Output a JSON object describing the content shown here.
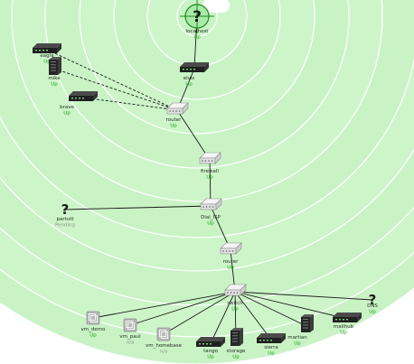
{
  "map": {
    "rings_color": "#c8f5c8",
    "background_color": "#ffffff",
    "status_color_up": "#19a019",
    "status_color_pending": "#8a948a",
    "nodes": [
      {
        "id": "root",
        "icon": "unknown-target-icon",
        "label": "localhost",
        "status": "Up"
      },
      {
        "id": "n-elvis",
        "icon": "switch-icon",
        "label": "elvis",
        "status": "Up"
      },
      {
        "id": "n-eagle",
        "icon": "switch-icon",
        "label": "eagle",
        "status": "Up"
      },
      {
        "id": "n-mike",
        "icon": "server-icon",
        "label": "mike",
        "status": "Up"
      },
      {
        "id": "n-bravo",
        "icon": "switch-icon",
        "label": "bravo",
        "status": "Up"
      },
      {
        "id": "n-router1",
        "icon": "router-icon",
        "label": "router",
        "status": "Up"
      },
      {
        "id": "n-firewall",
        "icon": "router-icon",
        "label": "firewall",
        "status": "Up"
      },
      {
        "id": "n-dial",
        "icon": "router-icon",
        "label": "Dial_ISP",
        "status": "Up"
      },
      {
        "id": "n-partutt",
        "icon": "unknown-icon",
        "label": "partutt",
        "status": "Pending"
      },
      {
        "id": "n-router2",
        "icon": "router-icon",
        "label": "router",
        "status": "Up"
      },
      {
        "id": "n-hub",
        "icon": "router-icon",
        "label": "switch",
        "status": "Up"
      },
      {
        "id": "n-dns",
        "icon": "unknown-icon",
        "label": "DNS",
        "status": "Up"
      },
      {
        "id": "n-vmdemo",
        "icon": "vm-icon",
        "label": "vm_demo",
        "status": "Up"
      },
      {
        "id": "n-vmpaul",
        "icon": "vm-icon",
        "label": "vm_paul",
        "status": "n/a"
      },
      {
        "id": "n-vmhome",
        "icon": "vm-icon",
        "label": "vm_homebase",
        "status": "n/a"
      },
      {
        "id": "n-tango",
        "icon": "switch-icon",
        "label": "tango",
        "status": "Up"
      },
      {
        "id": "n-storage",
        "icon": "server-icon",
        "label": "storage",
        "status": "Up"
      },
      {
        "id": "n-sierra",
        "icon": "switch-icon",
        "label": "sierra",
        "status": "Up"
      },
      {
        "id": "n-martian",
        "icon": "server-icon",
        "label": "martian",
        "status": "Up"
      },
      {
        "id": "n-mailhub",
        "icon": "switch-icon",
        "label": "mailhub",
        "status": "Up"
      }
    ],
    "links": [
      [
        "root",
        "n-elvis"
      ],
      [
        "n-elvis",
        "n-router1"
      ],
      [
        "n-eagle",
        "n-router1"
      ],
      [
        "n-mike",
        "n-router1"
      ],
      [
        "n-bravo",
        "n-router1"
      ],
      [
        "n-router1",
        "n-firewall"
      ],
      [
        "n-firewall",
        "n-dial"
      ],
      [
        "n-dial",
        "n-partutt"
      ],
      [
        "n-dial",
        "n-router2"
      ],
      [
        "n-router2",
        "n-hub"
      ],
      [
        "n-hub",
        "n-dns"
      ],
      [
        "n-hub",
        "n-vmdemo"
      ],
      [
        "n-hub",
        "n-vmpaul"
      ],
      [
        "n-hub",
        "n-vmhome"
      ],
      [
        "n-hub",
        "n-tango"
      ],
      [
        "n-hub",
        "n-storage"
      ],
      [
        "n-hub",
        "n-sierra"
      ],
      [
        "n-hub",
        "n-martian"
      ],
      [
        "n-hub",
        "n-mailhub"
      ]
    ]
  }
}
